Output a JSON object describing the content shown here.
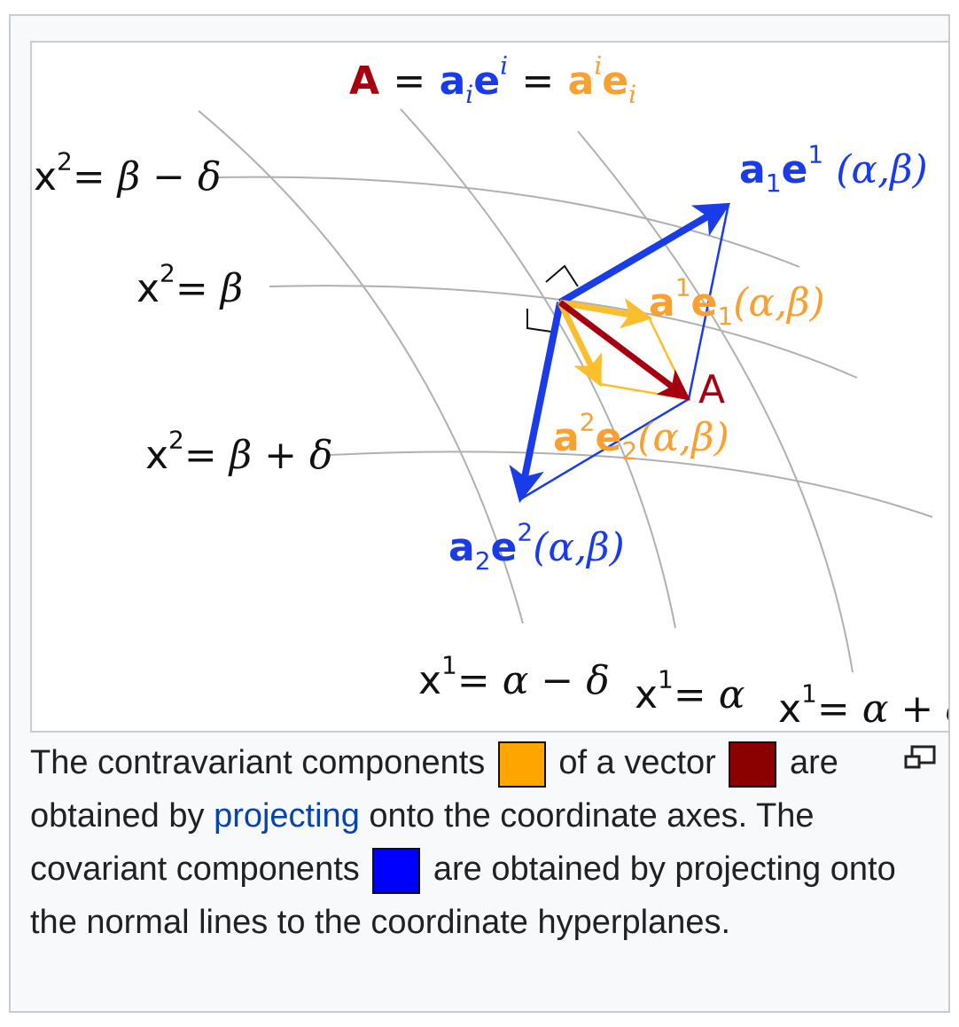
{
  "figure": {
    "equation": {
      "A": "A",
      "eq1": "=",
      "a_lower": "a",
      "sub_i": "i",
      "e": "e",
      "sup_i": "i",
      "eq2": "=",
      "a_upper": "a",
      "sup_i2": "i",
      "e2": "e",
      "sub_i2": "i"
    },
    "labels": {
      "x2_minus": {
        "x": "x",
        "sup": "2",
        "rhs": "= β − δ"
      },
      "x2": {
        "x": "x",
        "sup": "2",
        "rhs": "= β"
      },
      "x2_plus": {
        "x": "x",
        "sup": "2",
        "rhs": "= β + δ"
      },
      "x1_minus": {
        "x": "x",
        "sup": "1",
        "rhs": "= α − δ"
      },
      "x1": {
        "x": "x",
        "sup": "1",
        "rhs": "= α"
      },
      "x1_plus": {
        "x": "x",
        "sup": "1",
        "rhs": "= α + δ"
      },
      "a1e1": {
        "a": "a",
        "sub": "1",
        "e": "e",
        "sup": "1",
        "args": "(α,β)"
      },
      "a2e2": {
        "a": "a",
        "sub": "2",
        "e": "e",
        "sup": "2",
        "args": "(α,β)"
      },
      "a1e1_contra": {
        "a": "a",
        "sup": "1",
        "e": "e",
        "sub": "1",
        "args": "(α,β)"
      },
      "a2e2_contra": {
        "a": "a",
        "sup": "2",
        "e": "e",
        "sub": "2",
        "args": "(α,β)"
      },
      "vector_A": "A"
    },
    "colors": {
      "contravariant": "#ffa500",
      "vector": "#8b0000",
      "covariant": "#0000ff",
      "grid": "#b0b0b0"
    }
  },
  "caption": {
    "t1": "The contravariant components",
    "t2": "of a vector",
    "t3": "are obtained by",
    "link": "projecting",
    "t4": "onto the coordinate axes. The covariant components",
    "t5": "are obtained by projecting onto the normal lines to the coordinate hyperplanes."
  }
}
